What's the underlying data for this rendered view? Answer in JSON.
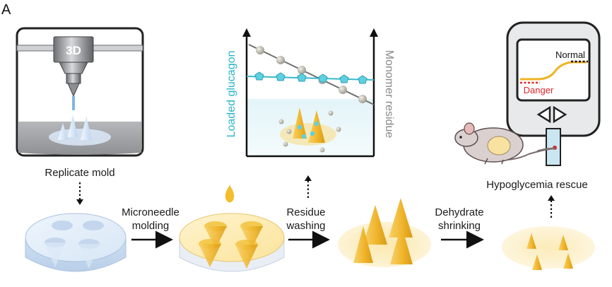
{
  "panel_letter": "A",
  "printer": {
    "badge": "3D"
  },
  "steps": {
    "replicate": "Replicate mold",
    "molding_line1": "Microneedle",
    "molding_line2": "molding",
    "washing_line1": "Residue",
    "washing_line2": "washing",
    "dehydrate_line1": "Dehydrate",
    "dehydrate_line2": "shrinking",
    "rescue": "Hypoglycemia rescue"
  },
  "plot": {
    "left_axis_label": "Loaded glucagon",
    "right_axis_label": "Monomer residue",
    "left_axis_color": "#2bb5c8",
    "right_axis_color": "#8a8a8a"
  },
  "meter": {
    "normal_label": "Normal",
    "danger_label": "Danger",
    "normal_color": "#111111",
    "danger_color": "#e0262b",
    "curve_color": "#f0b323"
  },
  "colors": {
    "gold": "#f1be3a",
    "mold_blue": "#dbe9f7",
    "teal": "#4fc4d6"
  }
}
